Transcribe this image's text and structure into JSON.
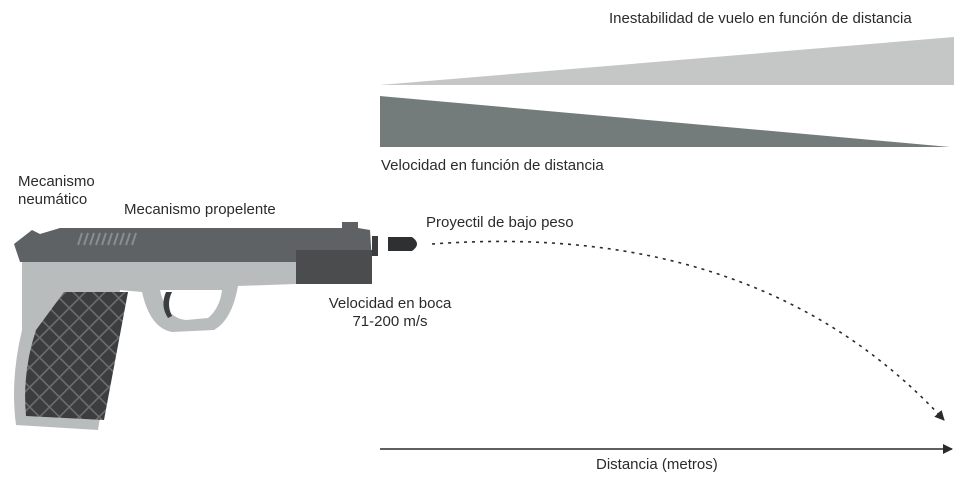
{
  "labels": {
    "instability": "Inestabilidad de vuelo en función de distancia",
    "speed": "Velocidad en función de distancia",
    "pneumatic_line1": "Mecanismo",
    "pneumatic_line2": "neumático",
    "propellant": "Mecanismo propelente",
    "projectile": "Proyectil de bajo peso",
    "muzzle_line1": "Velocidad en boca",
    "muzzle_line2": "71-200 m/s",
    "distance_axis": "Distancia (metros)"
  },
  "colors": {
    "instability_wedge": "#c4c7c5",
    "speed_wedge": "#737c7b",
    "slide": "#5f6264",
    "frame": "#b9bcbd",
    "grip": "#3c3d3e",
    "muzzle": "#4a4c4e",
    "text": "#2b2b2b"
  }
}
